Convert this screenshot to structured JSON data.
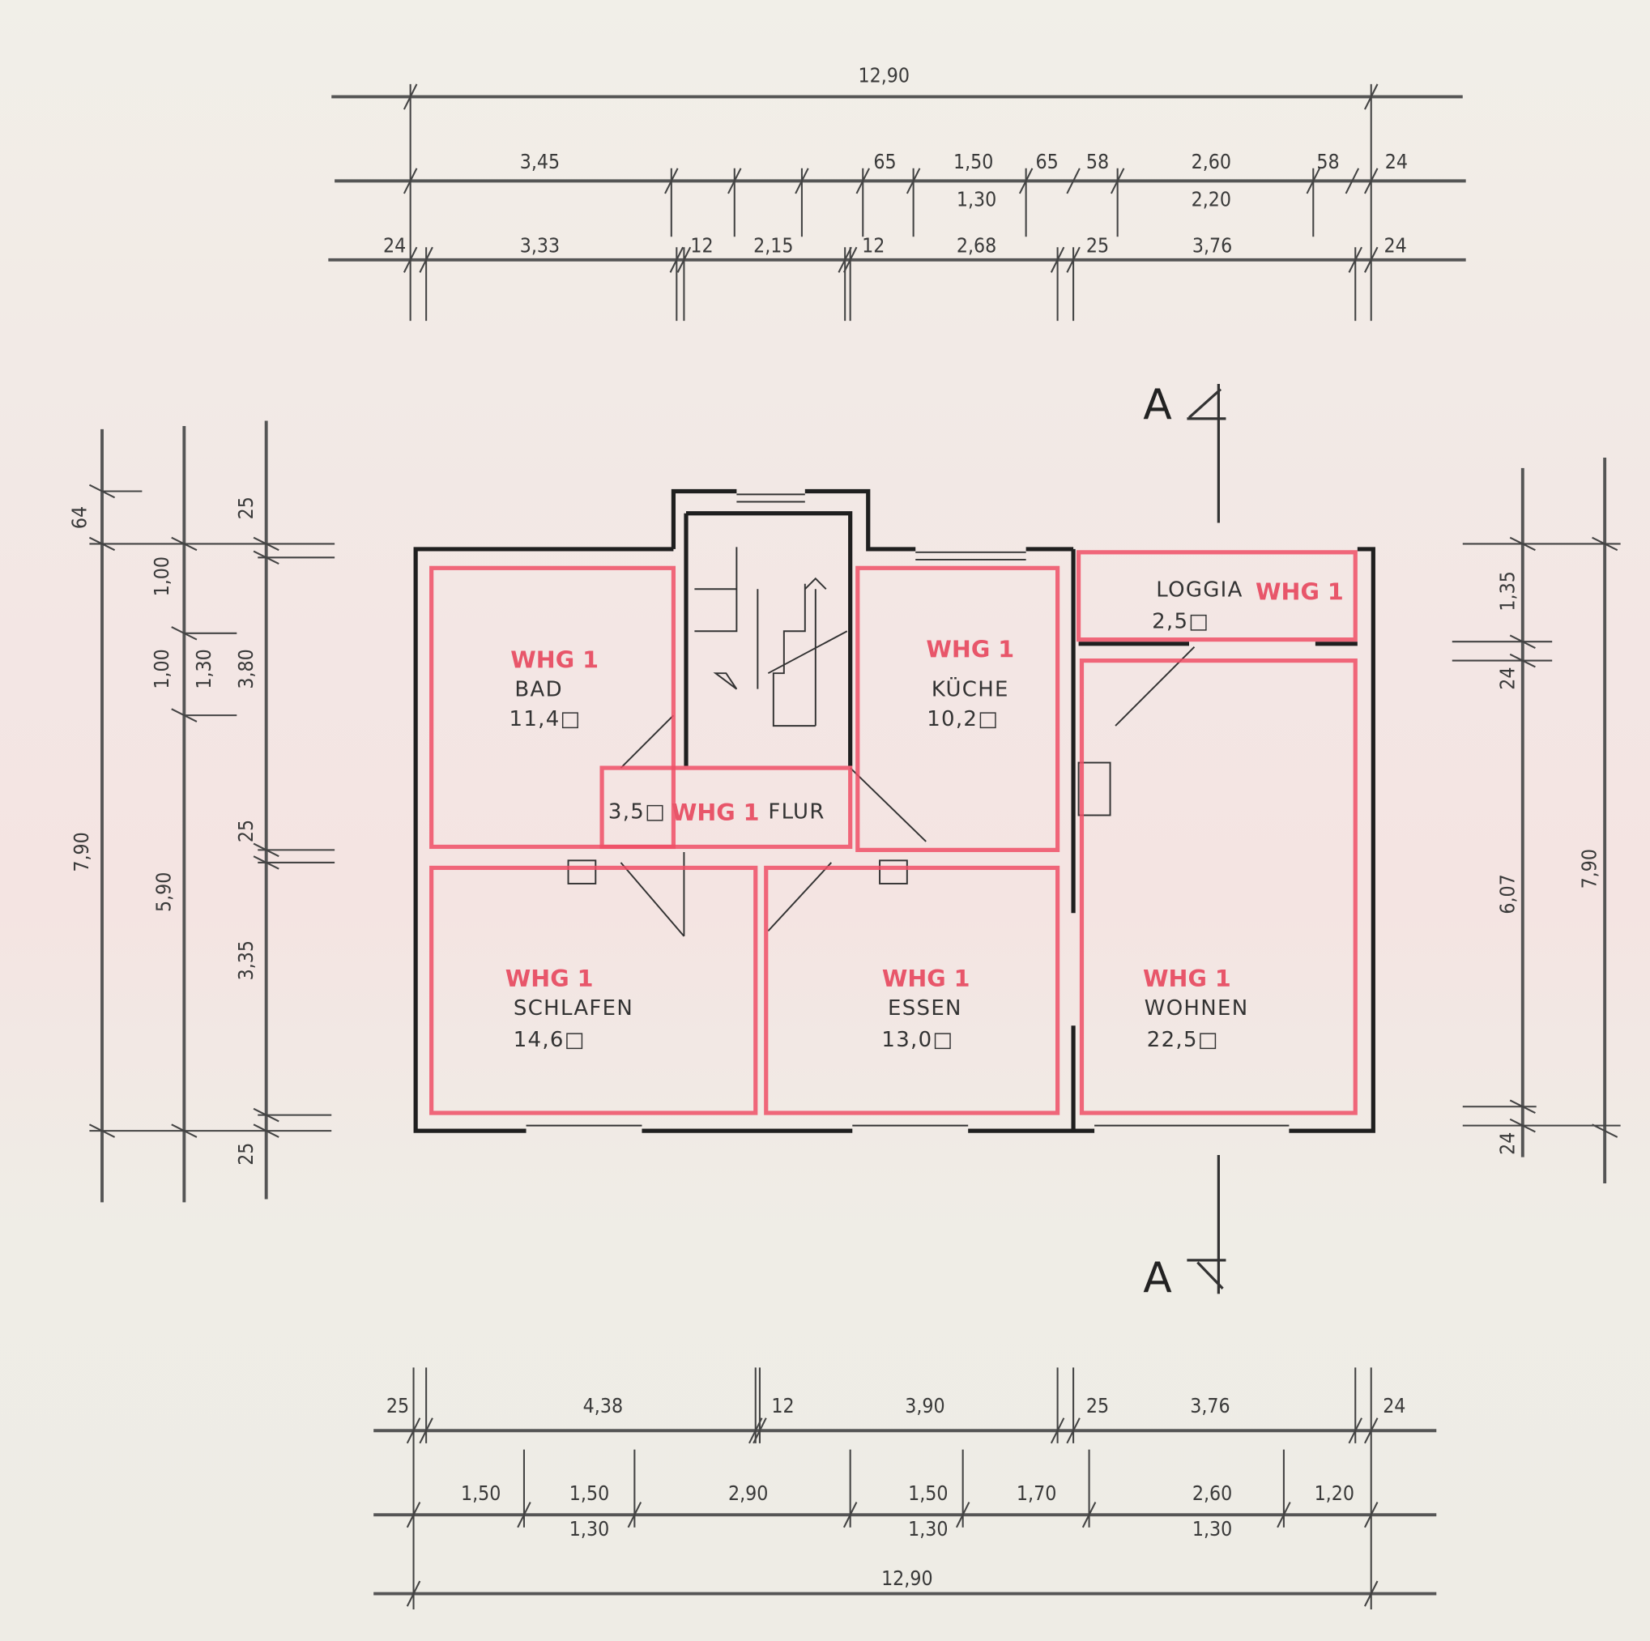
{
  "section_marker": "A",
  "rooms": [
    {
      "tag": "WHG 1",
      "name": "BAD",
      "area": "11,4□"
    },
    {
      "tag": "WHG 1",
      "name": "KÜCHE",
      "area": "10,2□"
    },
    {
      "tag": "WHG 1",
      "name": "LOGGIA",
      "area": "2,5□"
    },
    {
      "tag": "WHG 1",
      "name": "FLUR",
      "area": "3,5□"
    },
    {
      "tag": "WHG 1",
      "name": "SCHLAFEN",
      "area": "14,6□"
    },
    {
      "tag": "WHG 1",
      "name": "ESSEN",
      "area": "13,0□"
    },
    {
      "tag": "WHG 1",
      "name": "WOHNEN",
      "area": "22,5□"
    }
  ],
  "dims_top": {
    "overall": "12,90",
    "row2": [
      "3,45",
      "65",
      "1,50",
      "65",
      "58",
      "2,60",
      "58",
      "24"
    ],
    "row2_below": [
      "1,30",
      "2,20"
    ],
    "row3": [
      "24",
      "3,33",
      "12",
      "2,15",
      "12",
      "2,68",
      "25",
      "3,76",
      "24"
    ]
  },
  "dims_bottom": {
    "row1": [
      "25",
      "4,38",
      "12",
      "3,90",
      "25",
      "3,76",
      "24"
    ],
    "row2": [
      "1,50",
      "1,50",
      "2,90",
      "1,50",
      "1,70",
      "2,60",
      "1,20"
    ],
    "row2_below": [
      "1,30",
      "1,30",
      "1,30"
    ],
    "overall": "12,90"
  },
  "dims_left": [
    "64",
    "1,00",
    "1,00",
    "1,30",
    "3,80",
    "25",
    "25",
    "7,90",
    "5,90",
    "3,35",
    "25"
  ],
  "dims_right": [
    "1,35",
    "24",
    "6,07",
    "7,90",
    "24"
  ],
  "colors": {
    "walls": "#1f1f1f",
    "markup": "#ee4f66",
    "dimension_lines": "#555555"
  }
}
